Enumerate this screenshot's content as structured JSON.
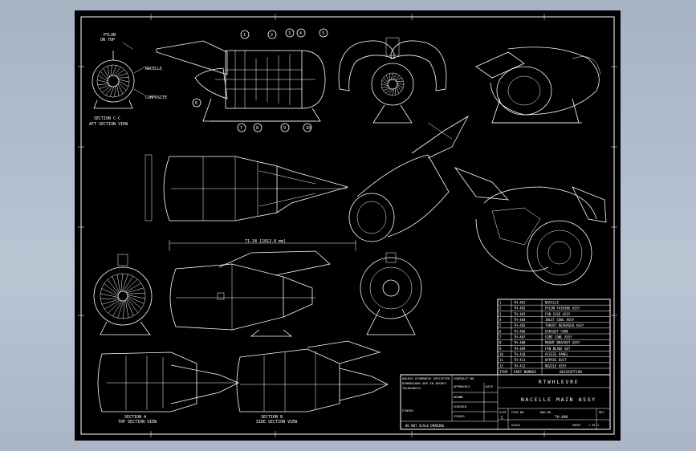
{
  "company": "RTWHLEVRE",
  "drawing_title": "NACELLE MAIN ASSY",
  "drawing_number": "TH-400",
  "scale_note": "DO NOT SCALE DRAWING",
  "dimension_top": "71.34 [1812.0 mm]",
  "views": {
    "front_callout_line1": "PYLON",
    "front_callout_line2": "ON TOP",
    "front_note_a": "NACELLE",
    "front_note_b": "COMPOSITE",
    "section_label_1": "SECTION C-C",
    "section_label_2": "AFT SECTION VIEW",
    "section_a_line1": "SECTION A",
    "section_a_line2": "TOP SECTION VIEW",
    "section_b_line1": "SECTION B",
    "section_b_line2": "SIDE SECTION VIEW"
  },
  "parts_list": {
    "header": [
      "ITEM",
      "PART NUMBER",
      "DESCRIPTION"
    ],
    "rows": [
      [
        "1",
        "TH-401",
        "NACELLE"
      ],
      [
        "2",
        "TH-402",
        "PYLON FAIRING ASSY"
      ],
      [
        "3",
        "TH-403",
        "FAN CASE ASSY"
      ],
      [
        "4",
        "TH-404",
        "INLET COWL ASSY"
      ],
      [
        "5",
        "TH-405",
        "THRUST REVERSER ASSY"
      ],
      [
        "6",
        "TH-406",
        "EXHAUST CONE"
      ],
      [
        "7",
        "TH-407",
        "CORE COWL ASSY"
      ],
      [
        "8",
        "TH-408",
        "MOUNT BRACKET ASSY"
      ],
      [
        "9",
        "TH-409",
        "FAN BLADE SET"
      ],
      [
        "10",
        "TH-410",
        "ACCESS PANEL"
      ],
      [
        "11",
        "TH-411",
        "BYPASS DUCT"
      ],
      [
        "12",
        "TH-412",
        "NOZZLE ASSY"
      ]
    ]
  },
  "title_block": {
    "unless": "UNLESS OTHERWISE SPECIFIED",
    "dims": "DIMENSIONS ARE IN INCHES",
    "tol": "TOLERANCES",
    "contract": "CONTRACT NO.",
    "approvals": "APPROVALS",
    "date": "DATE",
    "drawn": "DRAWN",
    "checked": "CHECKED",
    "issued": "ISSUED",
    "size_label": "SIZE",
    "size": "C",
    "fscm_label": "FSCM NO.",
    "dwg_label": "DWG NO.",
    "rev_label": "REV",
    "scale_label": "SCALE",
    "sheet_label": "SHEET",
    "sheet": "1 OF 1",
    "finish": "FINISH"
  },
  "balloons": [
    "1",
    "2",
    "3",
    "4",
    "5",
    "6",
    "7",
    "8",
    "9",
    "10"
  ]
}
